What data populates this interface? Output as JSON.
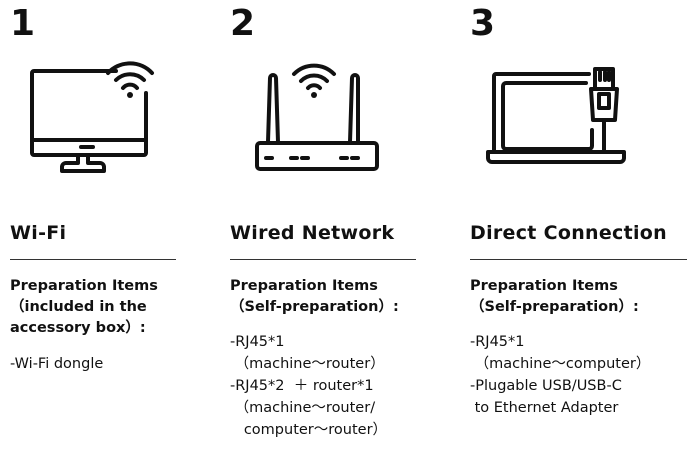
{
  "columns": [
    {
      "number": "1",
      "icon": "monitor-wifi-icon",
      "title": "Wi-Fi",
      "prep_lines": [
        "Preparation Items",
        "（included in the",
        "accessory box）:"
      ],
      "items": [
        "-Wi-Fi dongle"
      ]
    },
    {
      "number": "2",
      "icon": "router-icon",
      "title": "Wired Network",
      "prep_lines": [
        "Preparation Items",
        "（Self-preparation）:"
      ],
      "items": [
        "-RJ45*1",
        " （machine～router）",
        "-RJ45*2  ＋ router*1",
        " （machine～router/",
        "   computer～router）"
      ]
    },
    {
      "number": "3",
      "icon": "laptop-ethernet-icon",
      "title": "Direct Connection",
      "prep_lines": [
        "Preparation Items",
        "（Self-preparation）:"
      ],
      "items": [
        "-RJ45*1",
        " （machine～computer）",
        "-Plugable USB/USB-C",
        " to Ethernet Adapter"
      ]
    }
  ]
}
